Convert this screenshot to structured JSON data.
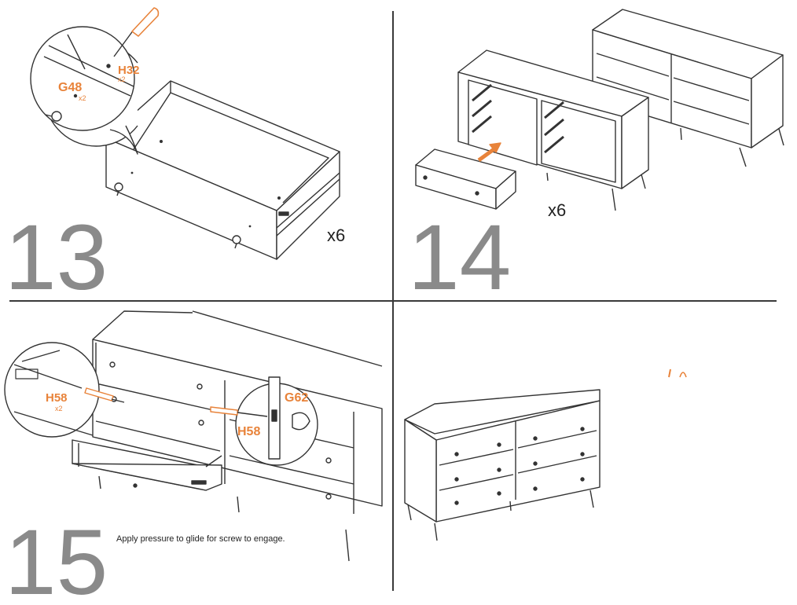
{
  "steps": [
    {
      "number": "13",
      "quantity": "x6",
      "parts": [
        {
          "code": "H32",
          "qty": "x2"
        },
        {
          "code": "G48",
          "qty": "x2"
        }
      ]
    },
    {
      "number": "14",
      "quantity": "x6"
    },
    {
      "number": "15",
      "parts": [
        {
          "code": "H58",
          "qty": "x2"
        },
        {
          "code": "G62"
        },
        {
          "code": "H58"
        }
      ],
      "caption": "Apply pressure to glide for screw to engage."
    },
    {
      "number": ""
    }
  ],
  "colors": {
    "accent": "#e8833a",
    "line": "#333333",
    "step_number": "#8a8a8a"
  }
}
